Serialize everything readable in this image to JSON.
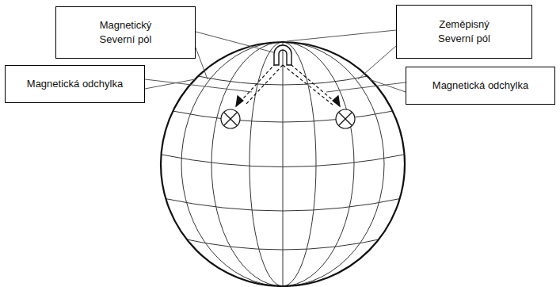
{
  "diagram": {
    "nodes": [
      {
        "text": [
          "Magnetický Severní pól"
        ]
      },
      {
        "text": [
          "Zeměpisný Severní pól"
        ]
      },
      {
        "text": [
          "Magnetická odchylka"
        ]
      },
      {
        "text": [
          "Magnetická odchylka"
        ]
      }
    ]
  }
}
